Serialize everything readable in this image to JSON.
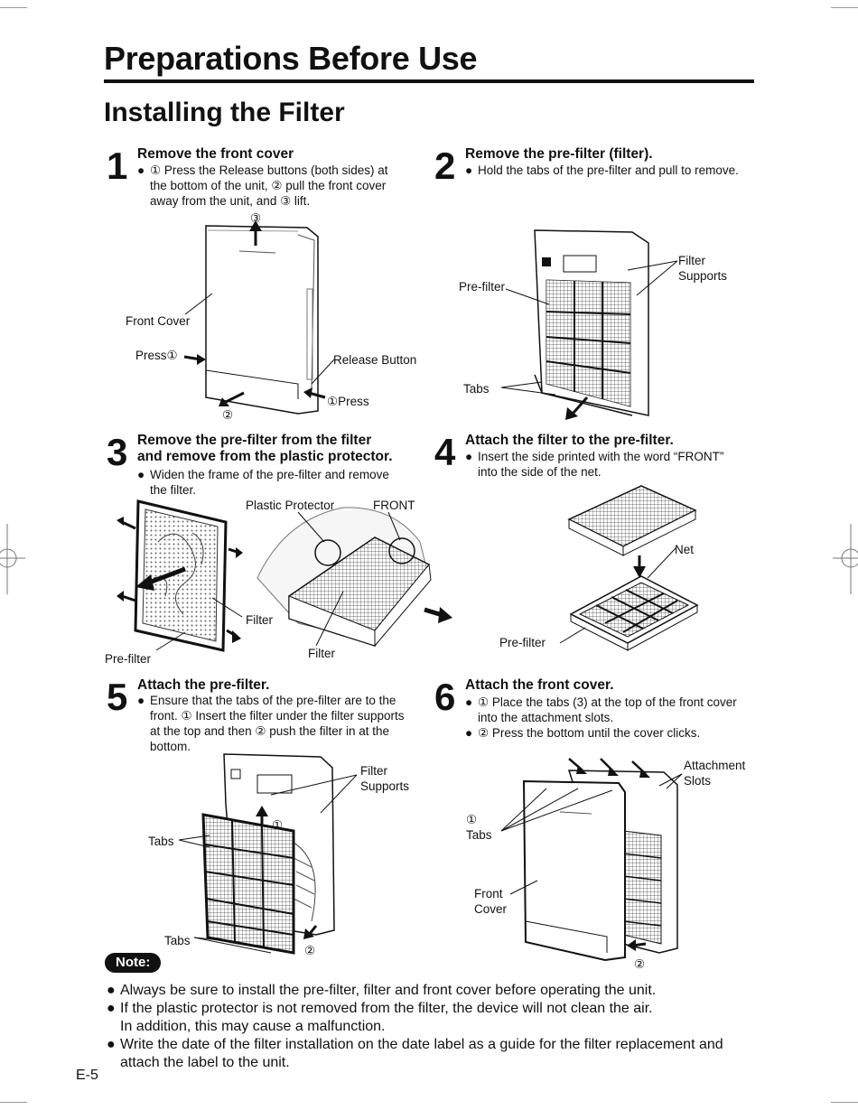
{
  "header": {
    "title": "Preparations Before Use",
    "subtitle": "Installing the Filter"
  },
  "steps": [
    {
      "num": "1",
      "title": "Remove the front cover",
      "bullets": [
        "① Press the Release buttons (both sides) at",
        "the bottom of the unit, ② pull the front cover",
        "away from the unit, and ③ lift."
      ],
      "labels": {
        "n3": "③",
        "front_cover": "Front Cover",
        "press1": "Press",
        "circ1": "①",
        "release": "Release Button",
        "press2_circ": "①",
        "press2": "Press",
        "n2": "②"
      }
    },
    {
      "num": "2",
      "title": "Remove the pre-filter (filter).",
      "bullets": [
        "Hold the tabs of the pre-filter and pull to remove."
      ],
      "labels": {
        "filter_supports_1": "Filter",
        "filter_supports_2": "Supports",
        "prefilter": "Pre-filter",
        "tabs": "Tabs"
      }
    },
    {
      "num": "3",
      "title_1": "Remove the pre-filter from the filter",
      "title_2": "and remove from the plastic protector.",
      "bullets": [
        "Widen the frame of the pre-filter and remove",
        "the filter."
      ],
      "labels": {
        "plastic_protector": "Plastic Protector",
        "front": "FRONT",
        "filter_a": "Filter",
        "filter_b": "Filter",
        "prefilter": "Pre-filter"
      }
    },
    {
      "num": "4",
      "title": "Attach the filter to the pre-filter.",
      "bullets": [
        "Insert the side printed with the word “FRONT”",
        "into the side of the net."
      ],
      "labels": {
        "net": "Net",
        "prefilter": "Pre-filter"
      }
    },
    {
      "num": "5",
      "title": "Attach the pre-filter.",
      "bullets": [
        "Ensure that the tabs of the pre-filter are to the",
        "front. ① Insert the filter under the filter supports",
        "at the top and then ② push the filter in at the",
        "bottom."
      ],
      "labels": {
        "filter_supports_1": "Filter",
        "filter_supports_2": "Supports",
        "tabs_a": "Tabs",
        "tabs_b": "Tabs",
        "n1": "①",
        "n2": "②"
      }
    },
    {
      "num": "6",
      "title": "Attach the front cover.",
      "bullets": [
        "① Place the tabs (3) at the top of the front cover",
        "into the attachment slots.",
        "② Press the bottom until the cover clicks."
      ],
      "labels": {
        "attach_1": "Attachment",
        "attach_2": "Slots",
        "n1": "①",
        "tabs": "Tabs",
        "front_1": "Front",
        "front_2": "Cover",
        "n2": "②"
      }
    }
  ],
  "note": {
    "badge": "Note:",
    "items": [
      "Always be sure to install the pre-filter, filter and front cover before operating the unit.",
      "If the plastic protector is not removed from the filter, the device will not clean the air.",
      "In addition, this may cause a malfunction.",
      "Write the date of the filter installation on the date label as a guide for the filter replacement and",
      "attach the label to the unit."
    ]
  },
  "bullet_symbol": "●",
  "page_number": "E-5"
}
